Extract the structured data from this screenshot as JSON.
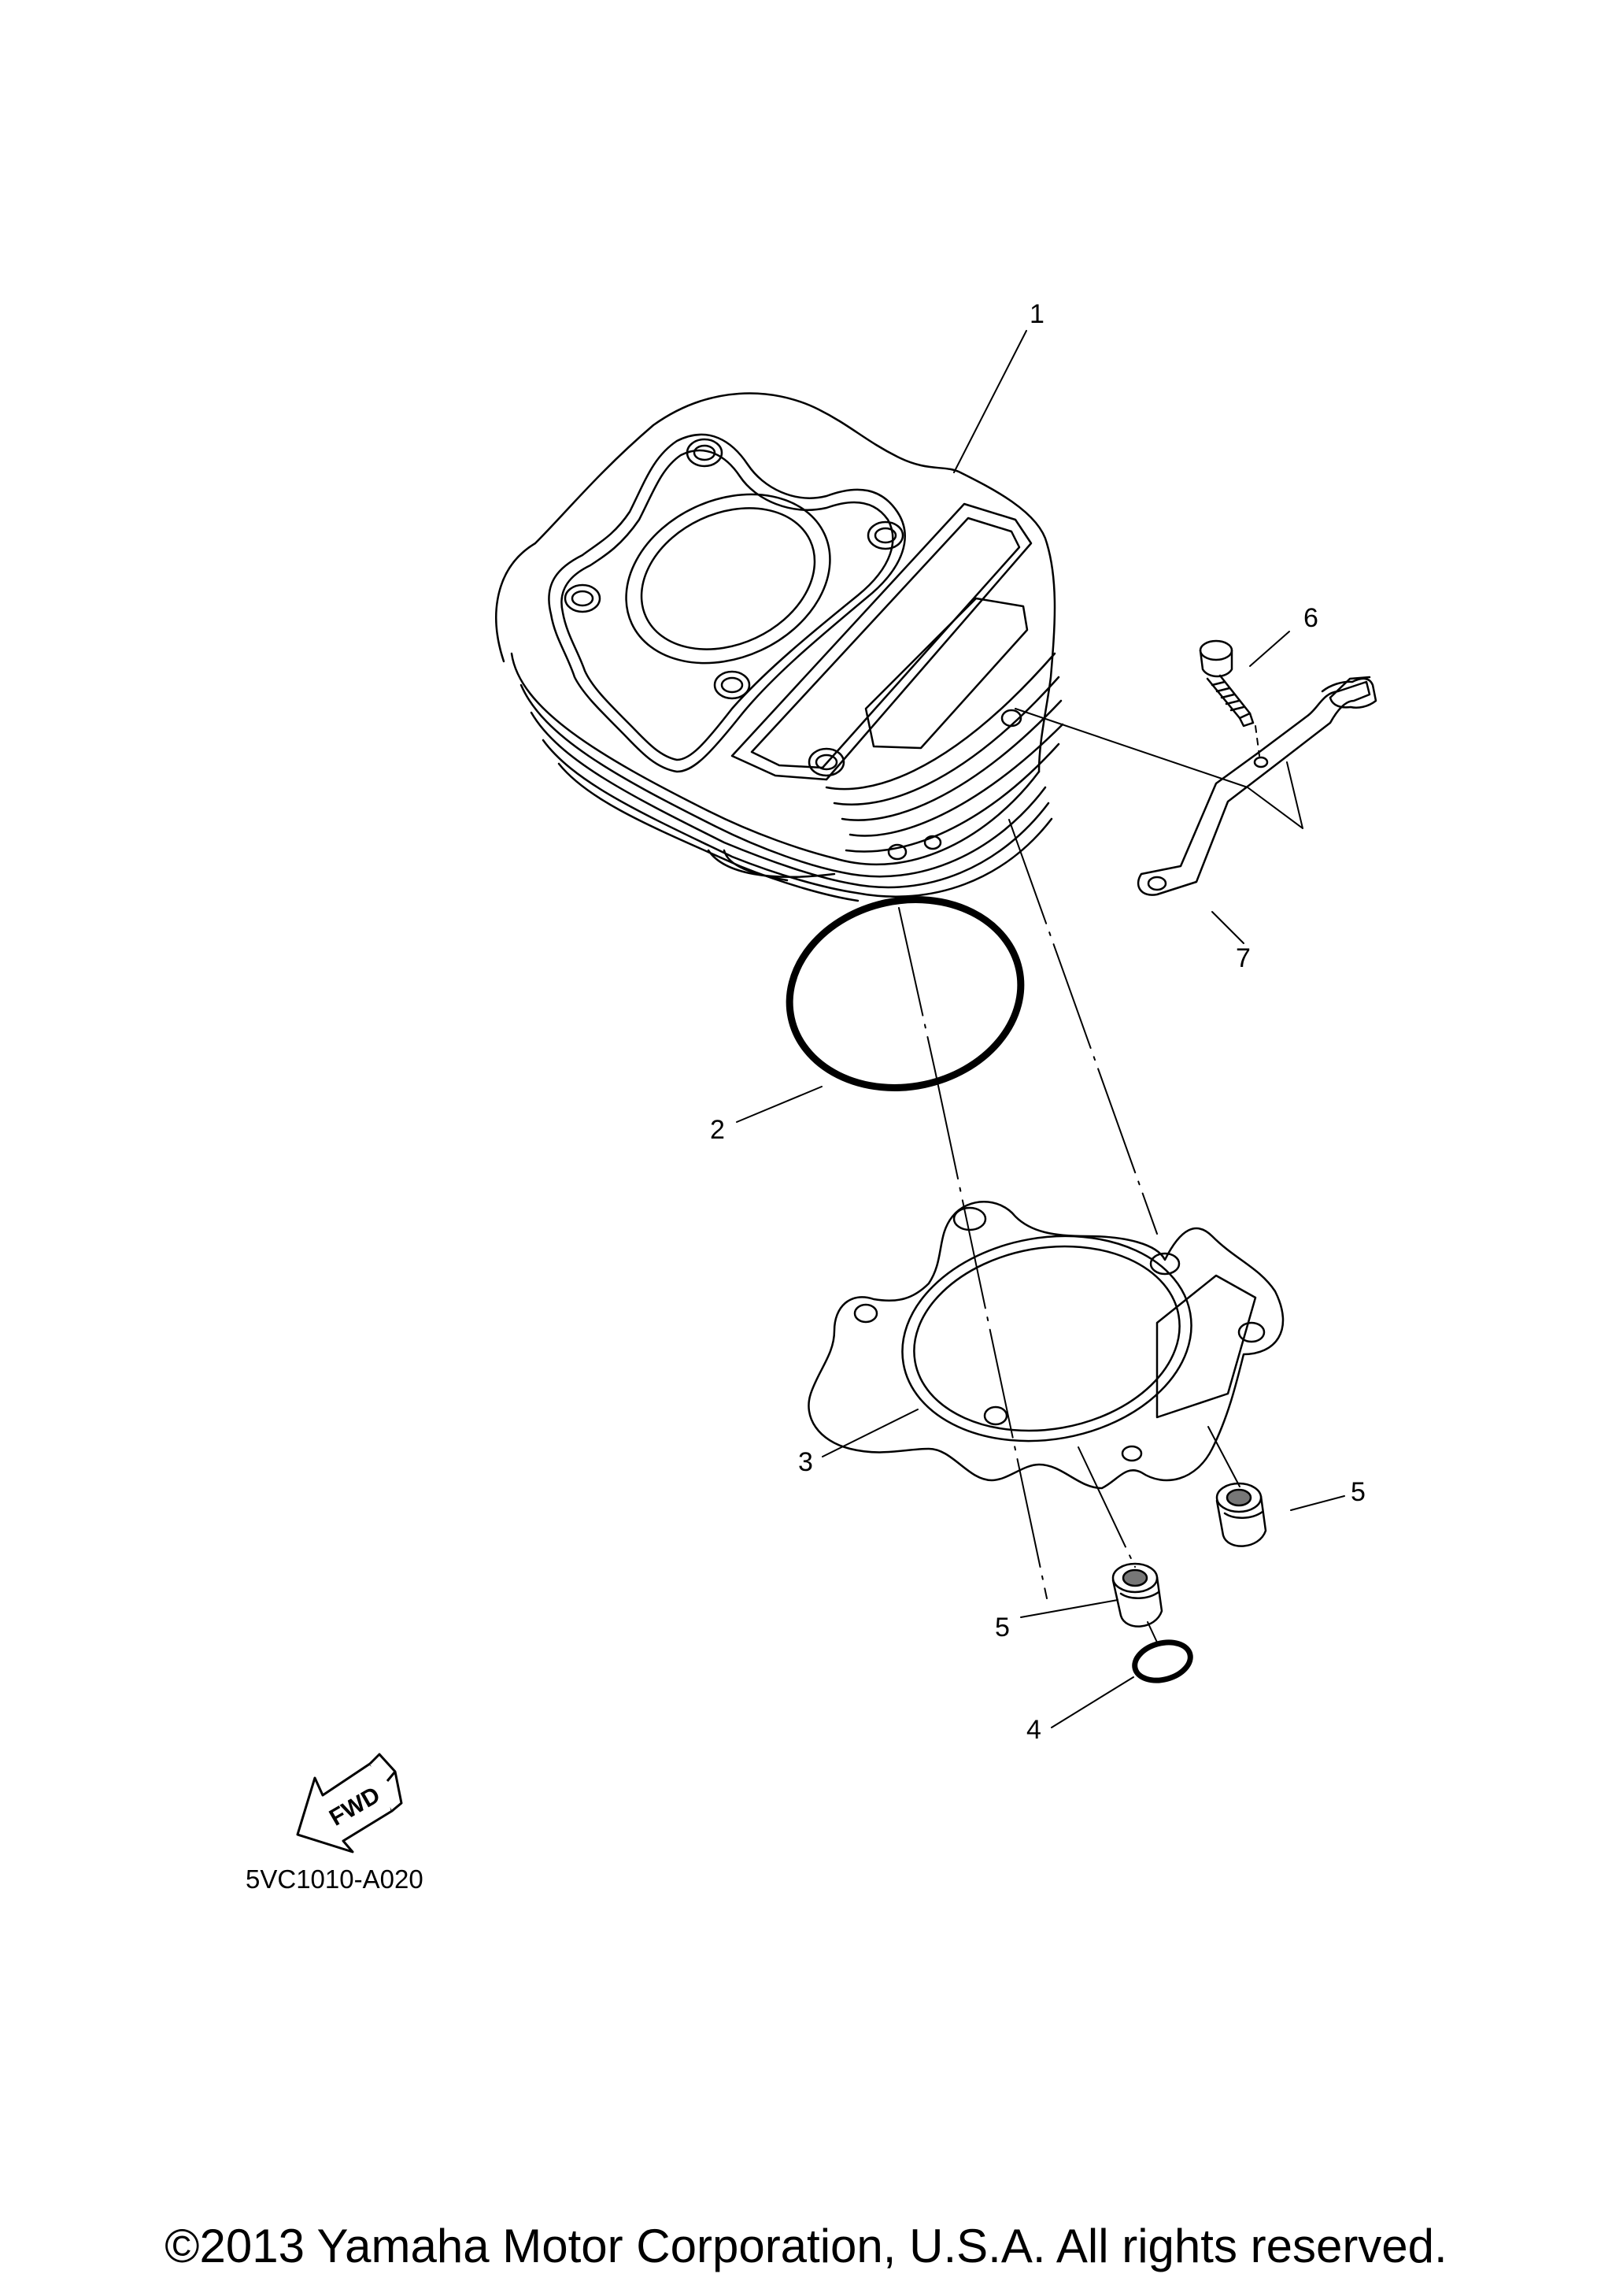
{
  "diagram_code": "5VC1010-A020",
  "fwd_label": "FWD",
  "copyright": "©2013 Yamaha Motor Corporation, U.S.A. All rights reserved.",
  "callouts": {
    "cylinder": "1",
    "o_ring_large": "2",
    "base_gasket": "3",
    "o_ring_small": "4",
    "dowel_pin_right": "5",
    "dowel_pin_left": "5",
    "bolt": "6",
    "bracket": "7"
  }
}
